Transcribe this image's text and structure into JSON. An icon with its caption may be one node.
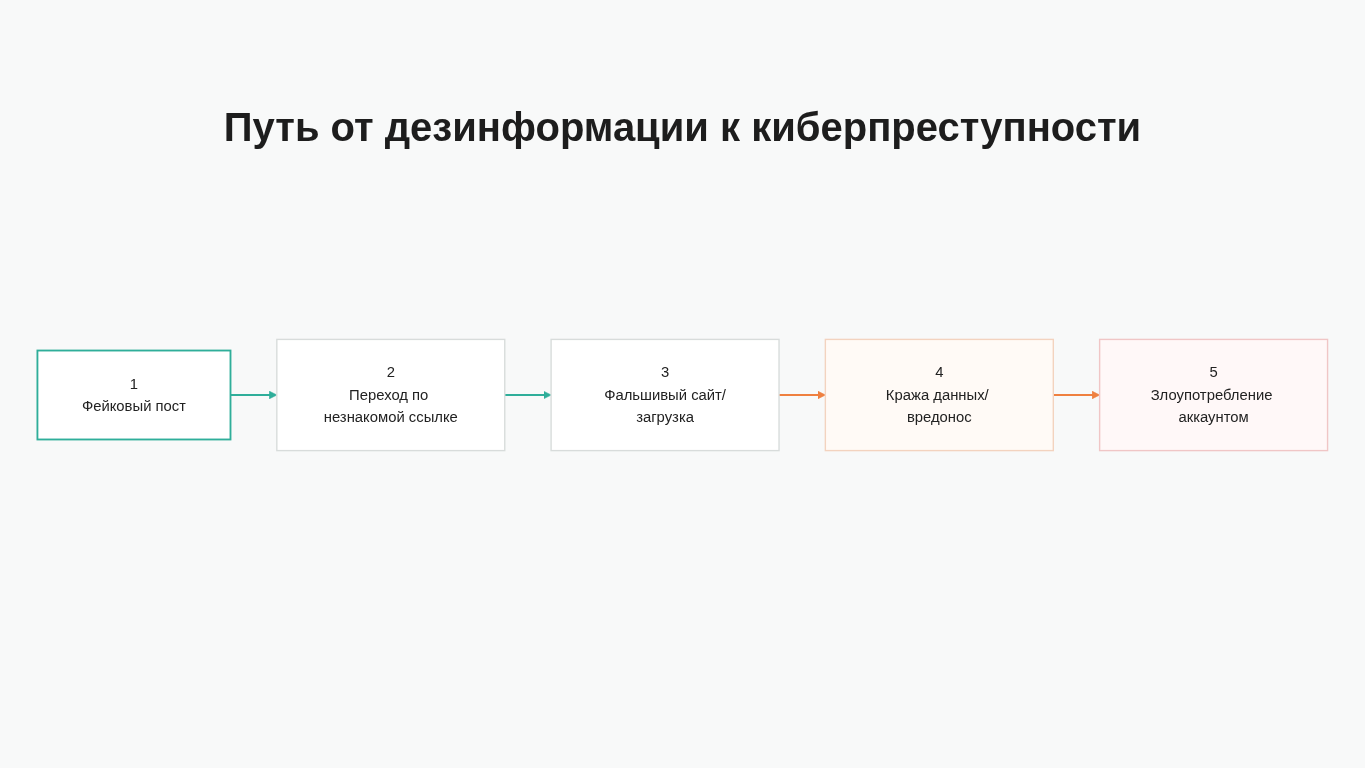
{
  "diagram": {
    "title": "Путь от дезинформации к киберпреступности",
    "nodes": [
      {
        "text": [
          "1",
          "Фейковый пост"
        ]
      },
      {
        "text": [
          "2",
          "Переход по незнакомой ссылке"
        ]
      },
      {
        "text": [
          "3",
          "Фальшивый сайт/загрузка"
        ]
      },
      {
        "text": [
          "4",
          "Кража данных/ вредонос"
        ]
      },
      {
        "text": [
          "5",
          "Злоупотребление аккаунтом"
        ]
      }
    ],
    "edges": [
      {
        "from": 0,
        "to": 1,
        "arrow": "to",
        "color": "#2fae9a"
      },
      {
        "from": 1,
        "to": 2,
        "arrow": "to",
        "color": "#2fae9a"
      },
      {
        "from": 2,
        "to": 3,
        "arrow": "to",
        "color": "#ef8040"
      },
      {
        "from": 3,
        "to": 4,
        "arrow": "to",
        "color": "#ef8040"
      }
    ]
  }
}
